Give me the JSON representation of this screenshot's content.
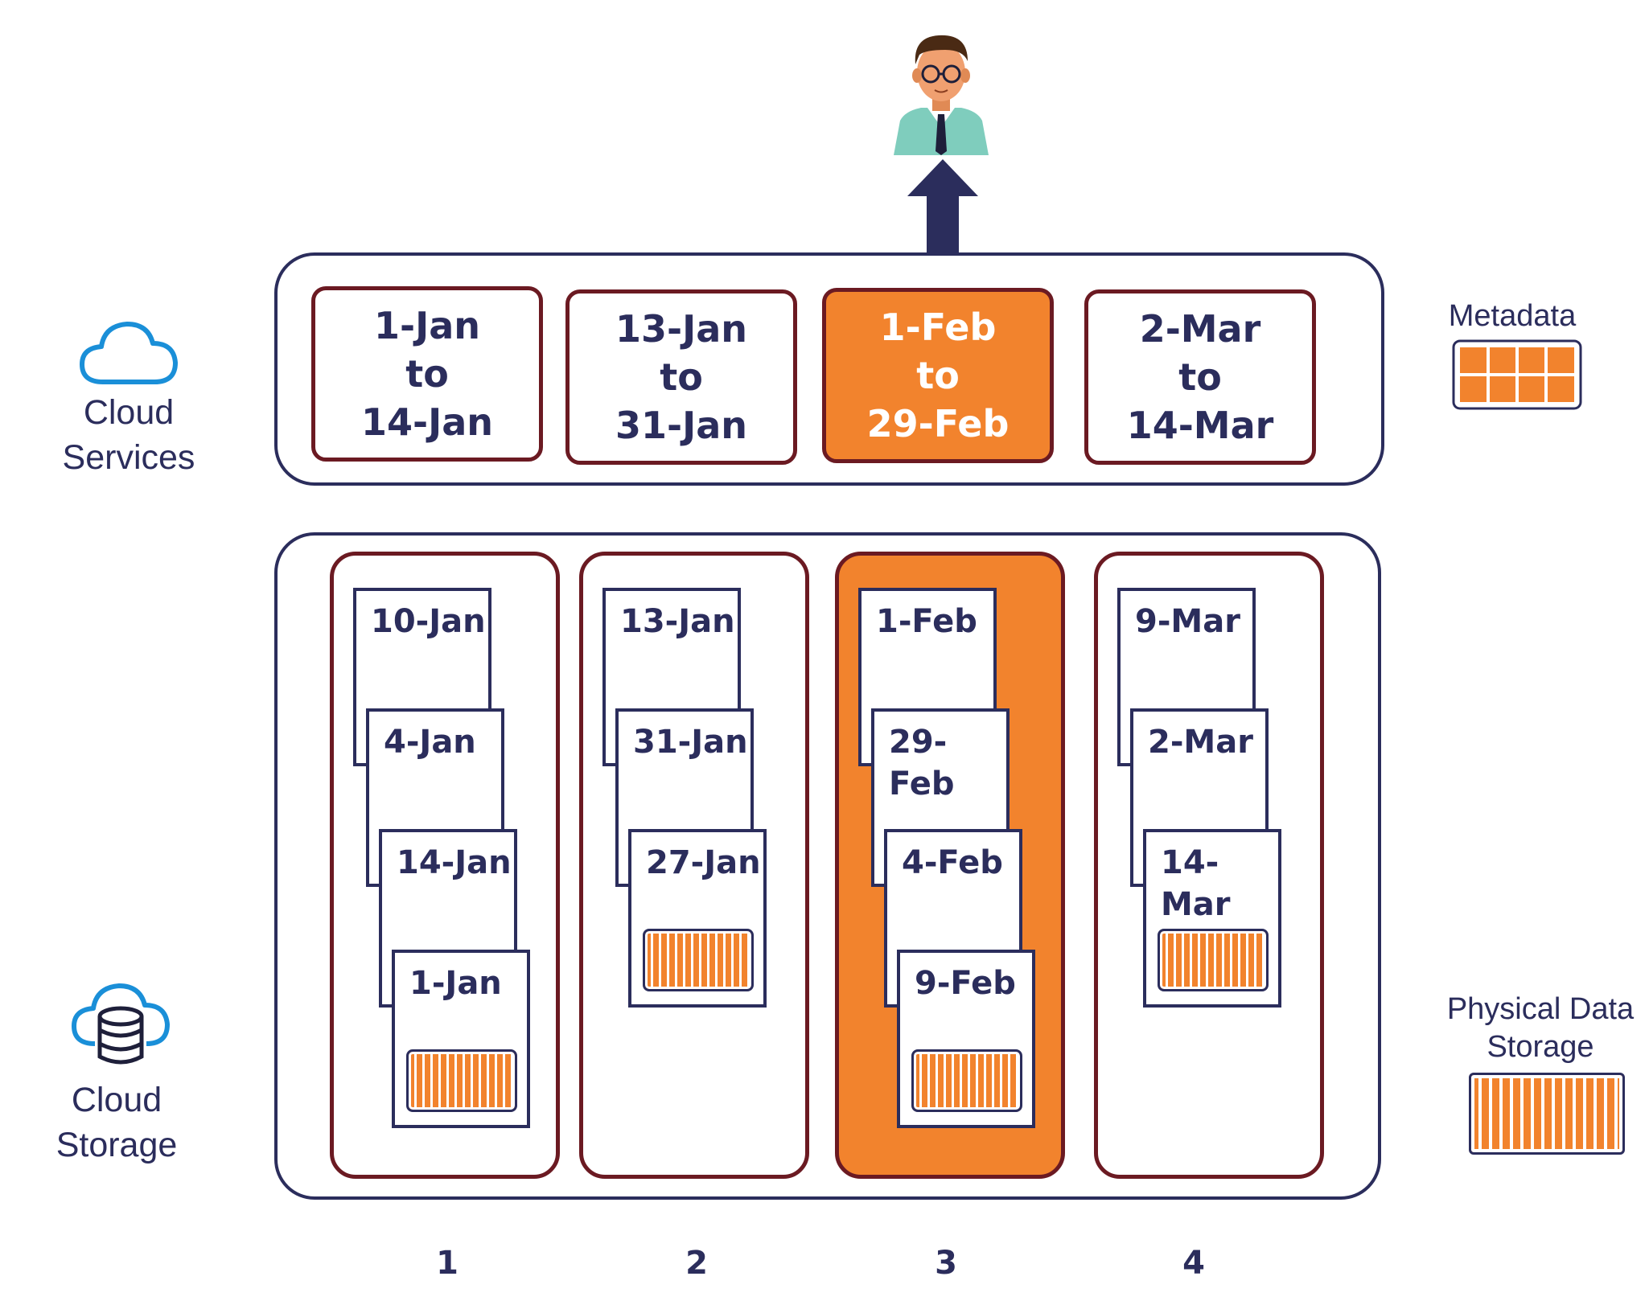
{
  "side_labels": {
    "cloud_services": "Cloud\nServices",
    "cloud_storage": "Cloud\nStorage"
  },
  "metadata_ranges": [
    {
      "line1": "1-Jan",
      "line2": "to",
      "line3": "14-Jan",
      "highlighted": false
    },
    {
      "line1": "13-Jan",
      "line2": "to",
      "line3": "31-Jan",
      "highlighted": false
    },
    {
      "line1": "1-Feb",
      "line2": "to",
      "line3": "29-Feb",
      "highlighted": true
    },
    {
      "line1": "2-Mar",
      "line2": "to",
      "line3": "14-Mar",
      "highlighted": false
    }
  ],
  "partitions": [
    {
      "number": "1",
      "highlighted": false,
      "files": [
        "10-Jan",
        "4-Jan",
        "14-Jan",
        "1-Jan"
      ]
    },
    {
      "number": "2",
      "highlighted": false,
      "files": [
        "13-Jan",
        "31-Jan",
        "27-Jan"
      ]
    },
    {
      "number": "3",
      "highlighted": true,
      "files": [
        "1-Feb",
        "29-\nFeb",
        "4-Feb",
        "9-Feb"
      ]
    },
    {
      "number": "4",
      "highlighted": false,
      "files": [
        "9-Mar",
        "2-Mar",
        "14-Mar"
      ]
    }
  ],
  "legend": {
    "metadata": "Metadata",
    "physical_storage": "Physical Data\nStorage"
  },
  "colors": {
    "navy": "#2b2d5c",
    "maroon": "#6b1a22",
    "orange": "#f2832d",
    "cloud_blue": "#1a8fd8"
  },
  "icons": {
    "user": "user-icon",
    "arrow": "up-arrow-icon",
    "cloud": "cloud-icon",
    "cloud_db": "cloud-database-icon"
  }
}
